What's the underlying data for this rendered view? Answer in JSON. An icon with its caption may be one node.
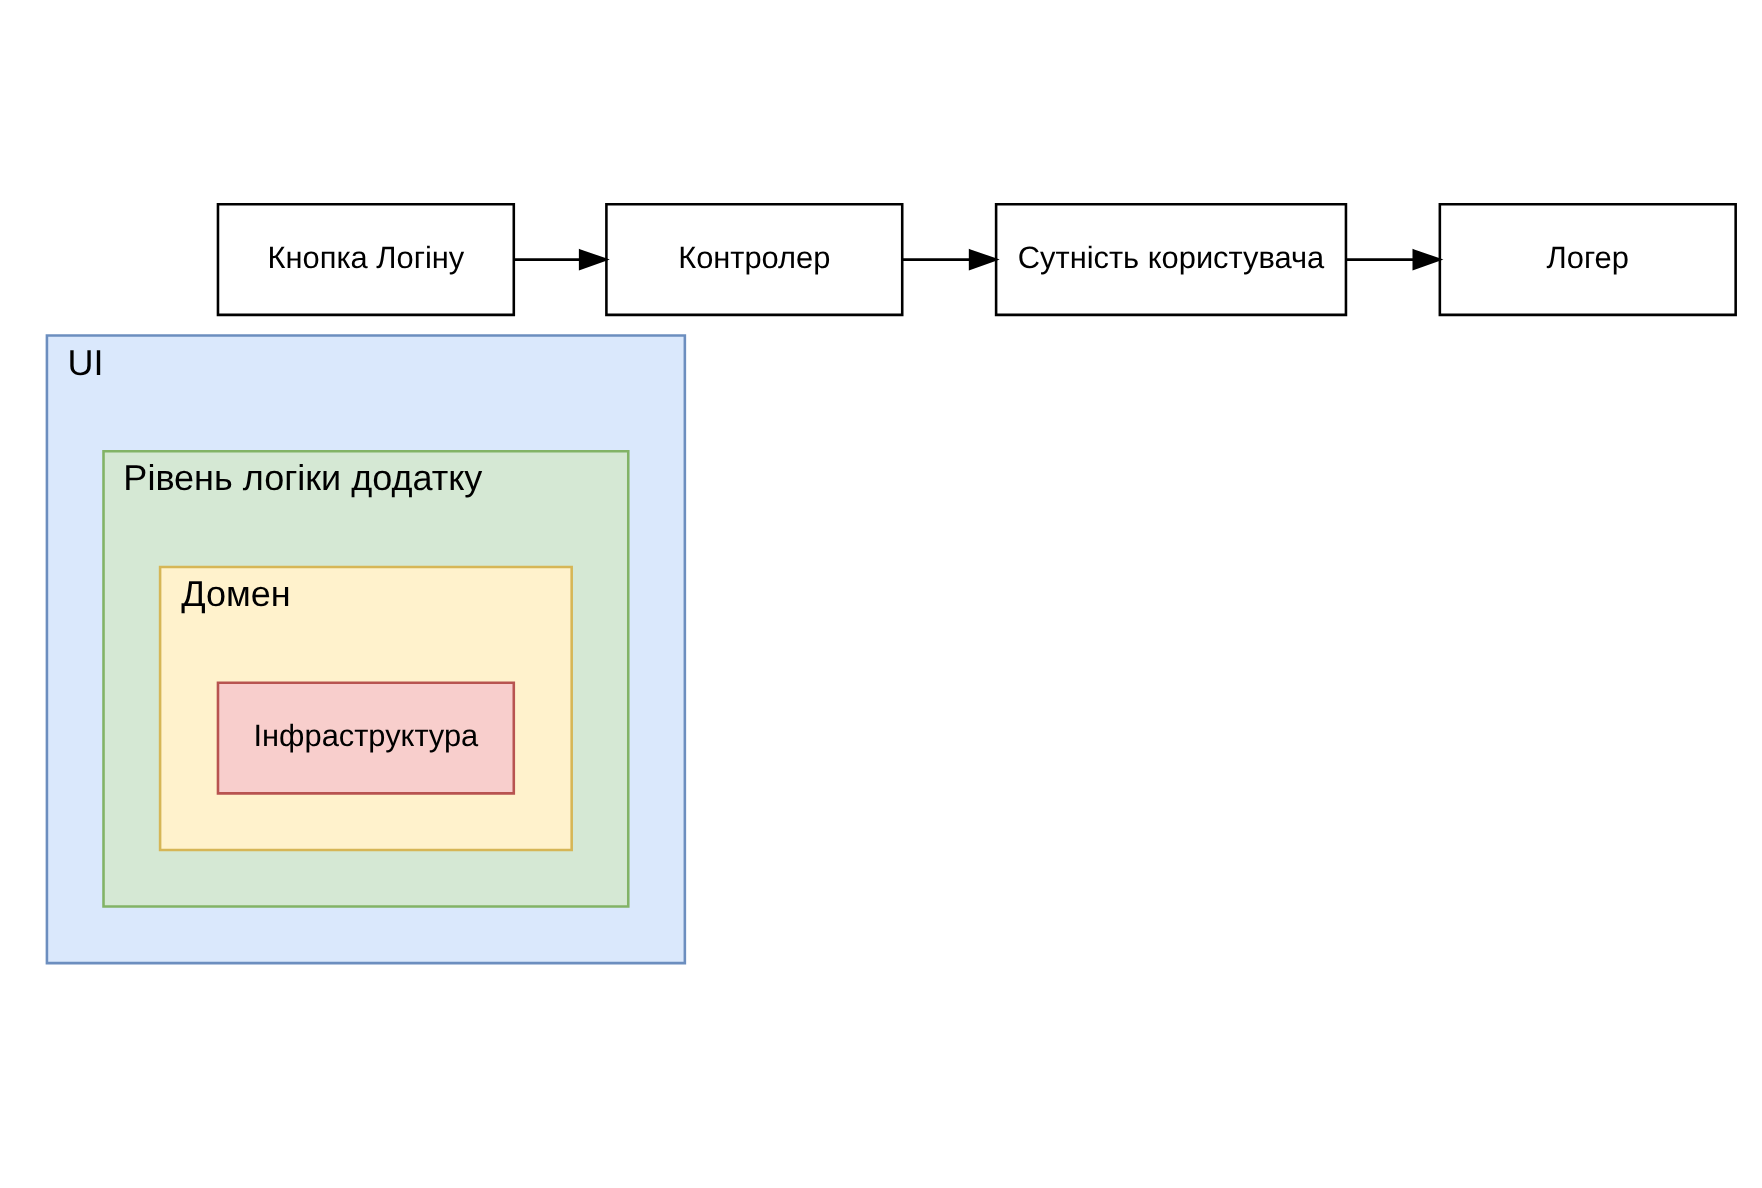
{
  "diagram": {
    "nodes": [
      {
        "text": [
          "Кнопка Логіну"
        ]
      },
      {
        "text": [
          "Контролер"
        ]
      },
      {
        "text": [
          "Сутність користувача"
        ]
      },
      {
        "text": [
          "Логер"
        ]
      },
      {
        "text": [
          "UI"
        ]
      },
      {
        "text": [
          "Рівень логіки додатку"
        ],
        "in": 4
      },
      {
        "text": [
          "Домен"
        ],
        "in": 5
      },
      {
        "text": [
          "Інфраструктура"
        ],
        "in": 6
      }
    ],
    "edges": [
      {
        "from": 0,
        "to": 1,
        "arrow": "to"
      },
      {
        "from": 1,
        "to": 2,
        "arrow": "to"
      },
      {
        "from": 2,
        "to": 3,
        "arrow": "to"
      }
    ]
  }
}
